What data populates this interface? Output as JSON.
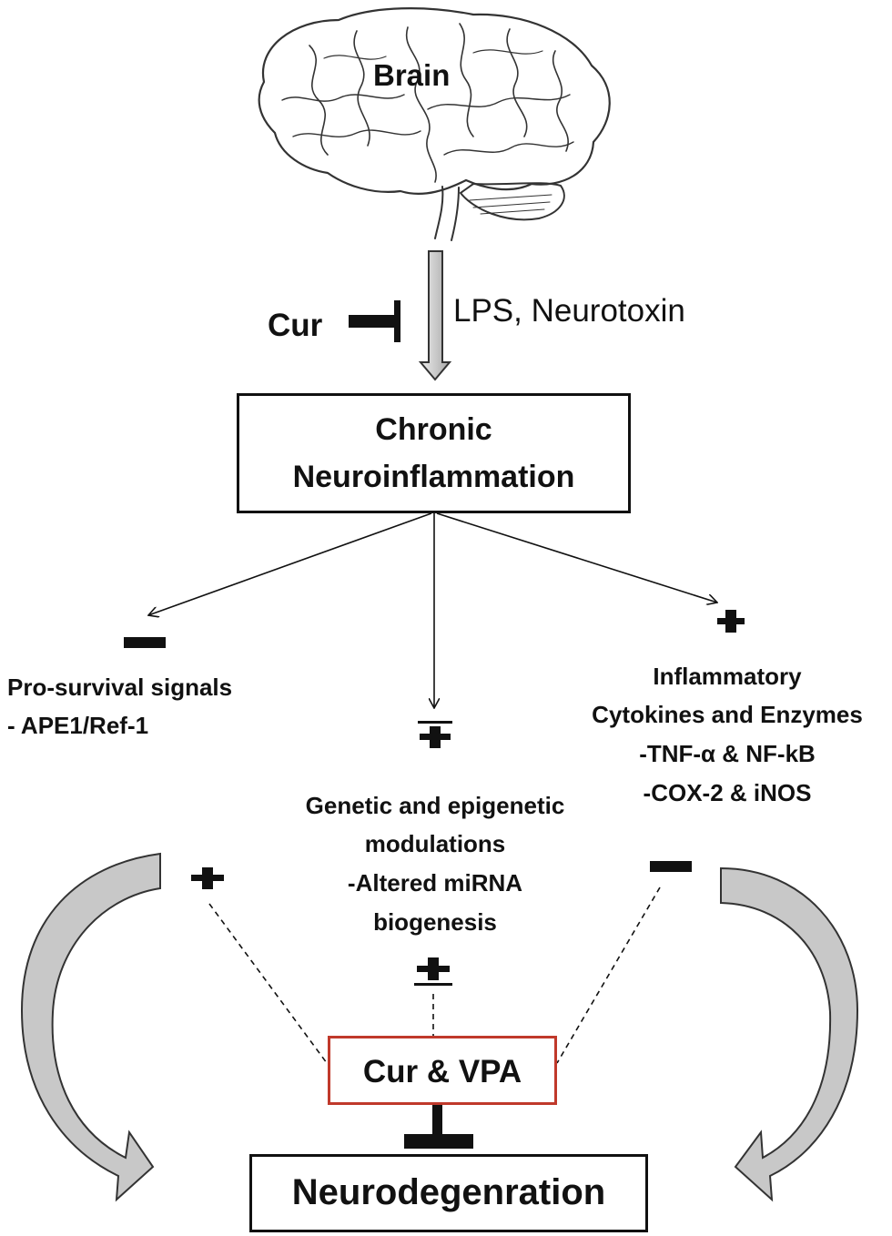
{
  "brain_label": "Brain",
  "inhibitor_top": "Cur",
  "stimulus": "LPS, Neurotoxin",
  "central_box": {
    "line1": "Chronic",
    "line2": "Neuroinflammation"
  },
  "left_branch": {
    "title": "Pro-survival signals",
    "item": "- APE1/Ref-1"
  },
  "middle_branch": {
    "line1": "Genetic and epigenetic",
    "line2": "modulations",
    "line3": "-Altered miRNA",
    "line4": "biogenesis"
  },
  "right_branch": {
    "line1": "Inflammatory",
    "line2": "Cytokines and Enzymes",
    "line3": "-TNF-α & NF-kB",
    "line4": "-COX-2 & iNOS"
  },
  "treatment_box": "Cur & VPA",
  "outcome_box": "Neurodegenration",
  "colors": {
    "treatment_border": "#c0392b",
    "curved_arrow_fill": "#c8c8c8",
    "down_arrow_fill": "#d9d9d9"
  }
}
